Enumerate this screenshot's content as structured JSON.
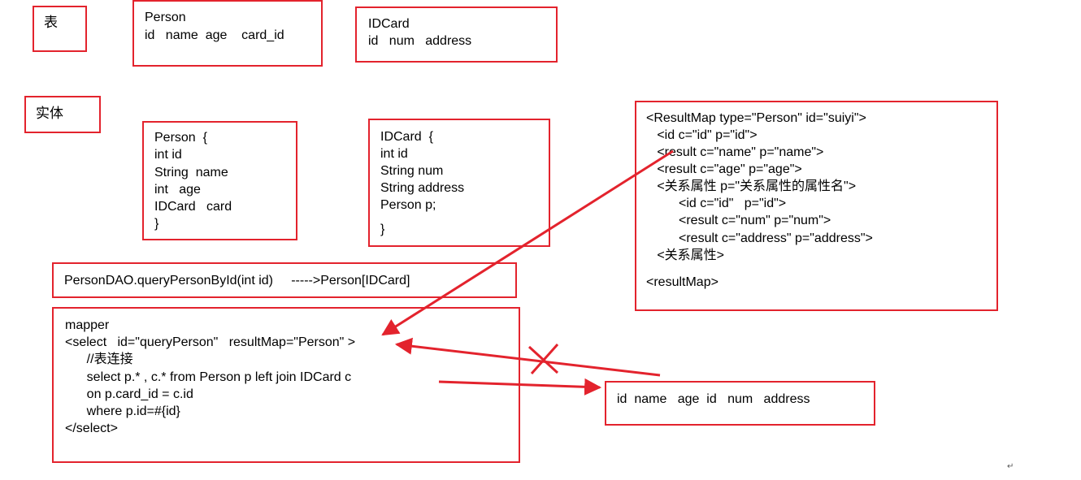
{
  "colors": {
    "border": "#e3232d",
    "arrow": "#e3232d",
    "text": "#000000"
  },
  "label_table": "表",
  "label_entity": "实体",
  "table_person": {
    "title": "Person",
    "cols": "id   name  age    card_id"
  },
  "table_idcard": {
    "title": "IDCard",
    "cols": "id   num   address"
  },
  "entity_person": {
    "lines": [
      "Person  {",
      "int id",
      "String  name",
      "int   age",
      "IDCard   card",
      "}"
    ]
  },
  "entity_idcard": {
    "lines": [
      "IDCard  {",
      "int id",
      "String num",
      "String address",
      "Person p;",
      "}"
    ]
  },
  "dao_method": "PersonDAO.queryPersonById(int id)     ----->Person[IDCard]",
  "mapper": {
    "lines": [
      "mapper",
      "<select   id=\"queryPerson\"   resultMap=\"Person\" >",
      "      //表连接",
      "      select p.* , c.* from Person p left join IDCard c",
      "      on p.card_id = c.id",
      "      where p.id=#{id}",
      "</select>"
    ]
  },
  "result_map": {
    "lines": [
      "<ResultMap type=\"Person\" id=\"suiyi\">",
      "   <id c=\"id\" p=\"id\">",
      "   <result c=\"name\" p=\"name\">",
      "   <result c=\"age\" p=\"age\">",
      "   <关系属性 p=\"关系属性的属性名\">",
      "         <id c=\"id\"   p=\"id\">",
      "         <result c=\"num\" p=\"num\">",
      "         <result c=\"address\" p=\"address\">",
      "   <关系属性>",
      "<resultMap>"
    ]
  },
  "result_columns": "id  name   age  id   num   address",
  "return_mark": "↵"
}
